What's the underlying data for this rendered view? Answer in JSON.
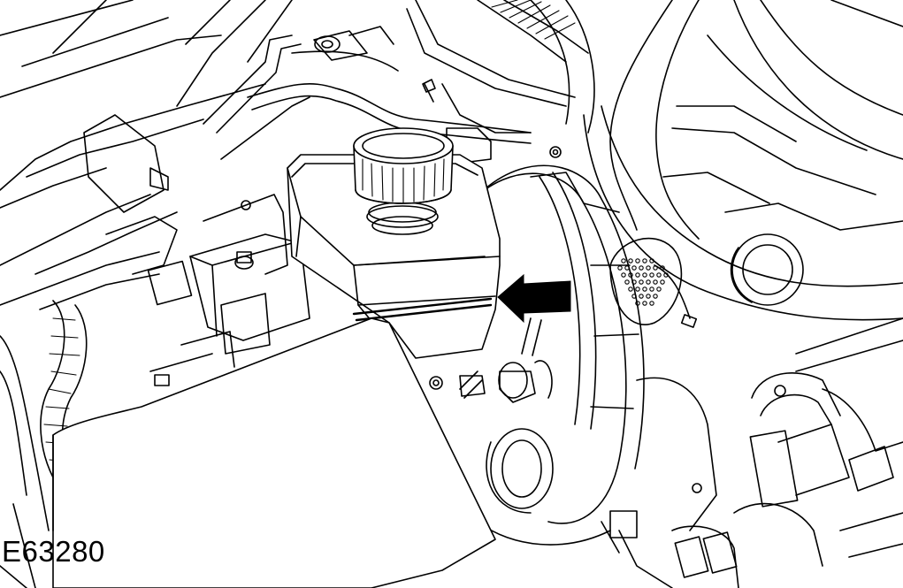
{
  "figure_id": "E63280",
  "colors": {
    "line": "#000000",
    "background": "#ffffff",
    "arrow": "#000000"
  },
  "callouts": [
    {
      "name": "level-indicator-arrow",
      "direction": "left"
    }
  ]
}
